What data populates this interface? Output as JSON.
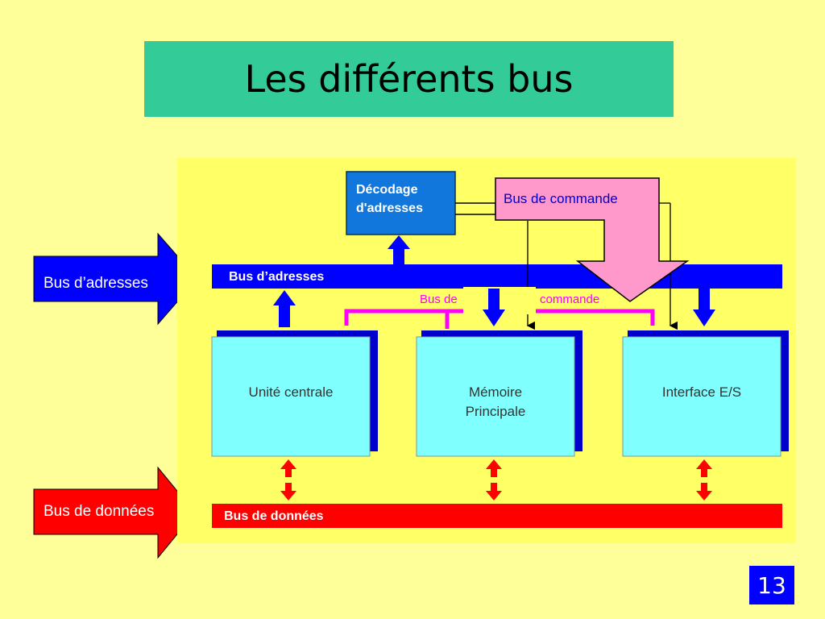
{
  "slide": {
    "title": "Les différents bus",
    "page_number": "13"
  },
  "left_arrows": {
    "address_label": "Bus d’adresses",
    "data_label": "Bus de données"
  },
  "diagram": {
    "decoder": {
      "line1": "Décodage",
      "line2": "d'adresses"
    },
    "command_callout": "Bus de commande",
    "address_bus_label": "Bus d’adresses",
    "command_bus_label_part1": "Bus de",
    "command_bus_label_part2": "commande",
    "data_bus_label": "Bus de données",
    "units": {
      "cpu": "Unité centrale",
      "memory_line1": "Mémoire",
      "memory_line2": "Principale",
      "io": "Interface E/S"
    }
  },
  "colors": {
    "background": "#ffff99",
    "panel": "#ffff66",
    "title_box": "#33cc99",
    "address_bus": "#0000ff",
    "data_bus": "#ff0000",
    "command_bus": "#ff00ff",
    "unit_fill": "#80ffff",
    "decoder_fill": "#1177dd",
    "callout_fill": "#ff99cc",
    "page_badge": "#0000ff"
  }
}
